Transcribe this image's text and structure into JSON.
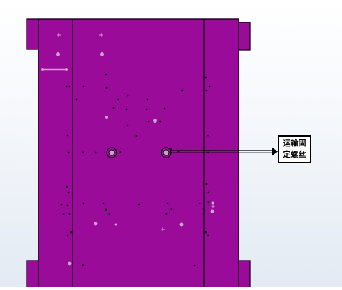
{
  "viewport": {
    "part_color": "#9a0b9a",
    "edge_color": "#1a001a",
    "hole_color": "#c9a5c9"
  },
  "callout": {
    "line1": "运输固",
    "line2": "定螺丝",
    "target": "transport-fixing-screw"
  }
}
